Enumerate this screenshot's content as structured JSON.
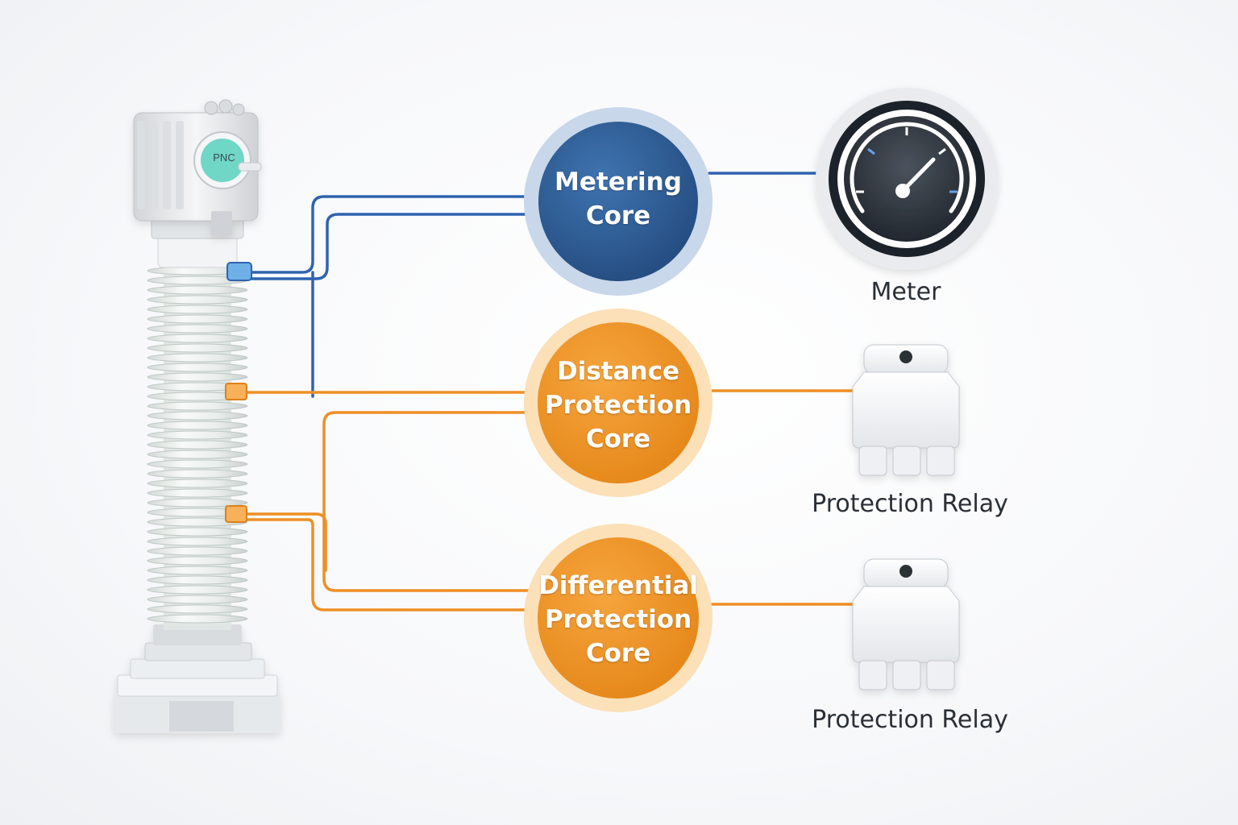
{
  "instrument": {
    "brand_text": "PNC"
  },
  "cores": [
    {
      "id": "metering",
      "lines": [
        "Metering",
        "Core"
      ],
      "color": "#2f5d94",
      "ring": "#c9d7ea"
    },
    {
      "id": "distance",
      "lines": [
        "Distance",
        "Protection",
        "Core"
      ],
      "color": "#ef9528",
      "ring": "#fbe0b8"
    },
    {
      "id": "differential",
      "lines": [
        "Differential",
        "Protection",
        "Core"
      ],
      "color": "#ef9528",
      "ring": "#fbe0b8"
    }
  ],
  "devices": [
    {
      "id": "meter",
      "label": "Meter",
      "icon": "gauge-icon"
    },
    {
      "id": "relay-1",
      "label": "Protection Relay",
      "icon": "relay-icon"
    },
    {
      "id": "relay-2",
      "label": "Protection Relay",
      "icon": "relay-icon"
    }
  ],
  "colors": {
    "metering_wire": "#2f63b0",
    "protection_wire": "#ee8f25"
  }
}
